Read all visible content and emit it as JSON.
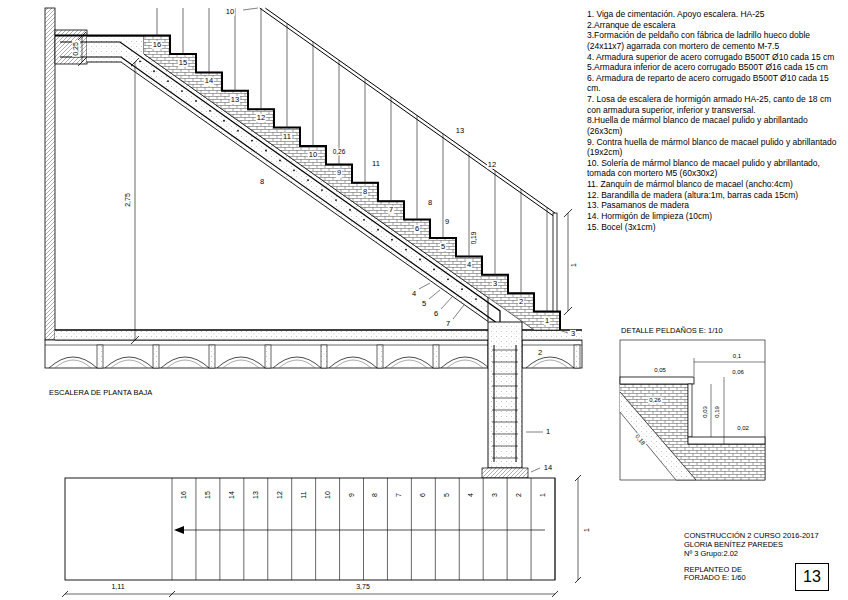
{
  "diagram": {
    "nodes": [
      {
        "text": [
          "13"
        ]
      }
    ],
    "labels": [
      "ESCALERA DE PLANTA BAJA",
      "1. Viga de cimentación. Apoyo escalera. HA-25",
      "2.Arranque de escalera",
      "3.Formación de peldaño con fábrica de ladrillo hueco doble (24x11x7) agarrada con mortero de cemento M-7.5",
      "4. Armadura superior de acero corrugado B500T Ø10 cada 15 cm",
      "5.Armadura inferior de acero corrugado B500T Ø16 cada 15 cm",
      "6. Armadura de reparto de acero corrugado B500T Ø10 cada 15 cm.",
      "7. Losa de escalera de hormigón armado HA-25, canto de 18 cm con armadura superior, inferior y transversal.",
      "8.Huella de mármol blanco de macael pulido y abrillantado (26x3cm)",
      "9. Contra huella de mármol blanco de macael pulido y abrillantado (19x2cm)",
      "10. Solería de mármol blanco de macael pulido y abrillantado, tomada con mortero M5 (60x30x2)",
      "11. Zanquín de mármol blanco de macael (ancho:4cm)",
      "12. Barandilla de madera (altura:1m, barras cada 15cm)",
      "13. Pasamanos de madera",
      "14. Hormigón de limpieza (10cm)",
      "15. Bocel (3x1cm)",
      "DETALLE PELDAÑOS E: 1/10",
      "CONSTRUCCIÓN 2 CURSO 2016-2017",
      "GLORIA BENÍTEZ PAREDES",
      "Nº 3 Grupo:2.02",
      "REPLANTEO DE FORJADO E: 1/60",
      "0,25",
      "2,75",
      "1",
      "10",
      "16",
      "15",
      "14",
      "13",
      "12",
      "11",
      "10",
      "9",
      "8",
      "7",
      "6",
      "5",
      "4",
      "3",
      "2",
      "1",
      "0,26",
      "11",
      "8",
      "9",
      "0,19",
      "12",
      "13",
      "8",
      "4",
      "5",
      "6",
      "7",
      "3",
      "2",
      "1",
      "14",
      "16",
      "15",
      "14",
      "13",
      "12",
      "11",
      "10",
      "9",
      "8",
      "7",
      "6",
      "5",
      "4",
      "3",
      "2",
      "1",
      "1,11",
      "3,75",
      "1",
      "0,1",
      "0,05",
      "0,06",
      "0,26",
      "0,03",
      "0,19",
      "0,02",
      "0,18"
    ]
  }
}
